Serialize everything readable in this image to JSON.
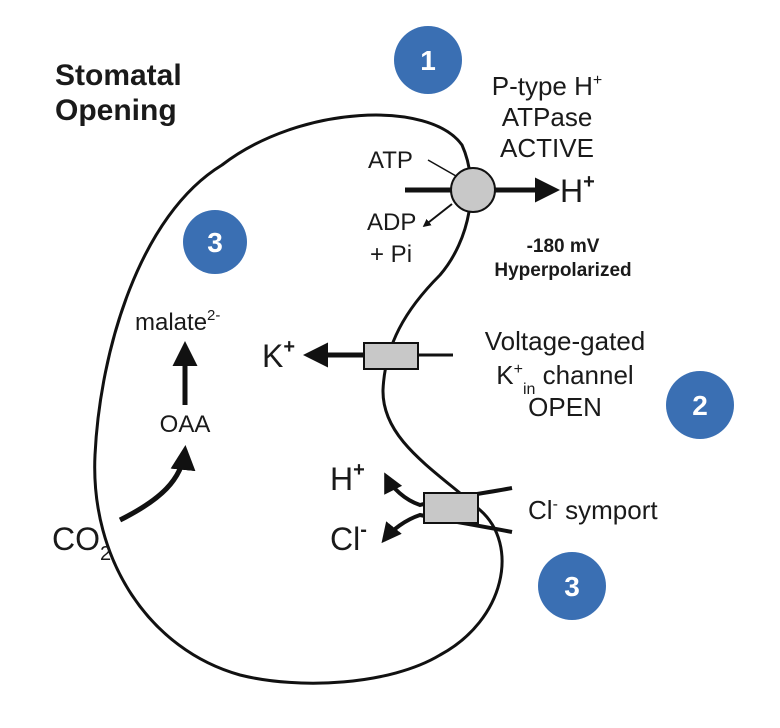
{
  "title_line1": "Stomatal",
  "title_line2": "Opening",
  "step1_badge": "1",
  "step2_badge": "2",
  "step3_badge": "3",
  "pump": {
    "label_base": "P-type H",
    "label_sup": "+",
    "label_line2": "ATPase",
    "label_line3": "ACTIVE",
    "atp": "ATP",
    "adp": "ADP",
    "pi": "+ Pi",
    "ion": "H",
    "ion_sup": "+"
  },
  "membrane_potential": {
    "value": "-180 mV",
    "state": "Hyperpolarized"
  },
  "channel": {
    "line1": "Voltage-gated",
    "line2_k": "K",
    "line2_sup": "+",
    "line2_sub": "in",
    "line2_rest": " channel",
    "line3": "OPEN",
    "ion": "K",
    "ion_sup": "+"
  },
  "symport": {
    "label_base": "Cl",
    "label_sup": "-",
    "label_rest": " symport",
    "h_ion": "H",
    "h_sup": "+",
    "cl_ion": "Cl",
    "cl_sup": "-"
  },
  "metabolism": {
    "malate": "malate",
    "malate_sup": "2-",
    "oaa": "OAA",
    "co2": "CO",
    "co2_sub": "2"
  },
  "colors": {
    "badge": "#3a6fb3",
    "transporter_fill": "#c8c8c8",
    "line": "#111111"
  }
}
